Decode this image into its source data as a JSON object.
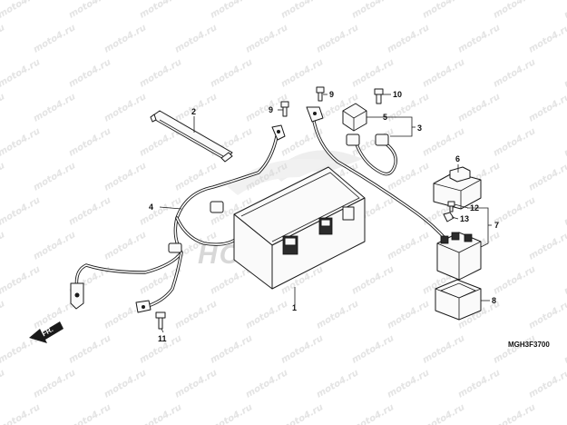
{
  "watermark": {
    "text": "moto4.ru"
  },
  "brand_mark": {
    "text": "HONDA"
  },
  "direction_label": {
    "text": "FR."
  },
  "diagram_code": {
    "text": "MGH3F3700"
  },
  "callouts": [
    "1",
    "2",
    "3",
    "4",
    "5",
    "6",
    "7",
    "8",
    "9",
    "9",
    "10",
    "11",
    "12",
    "13"
  ]
}
